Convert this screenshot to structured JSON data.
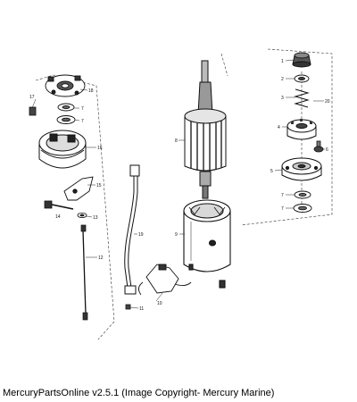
{
  "parts": [
    {
      "num": "1",
      "name": "part-1-nut"
    },
    {
      "num": "2",
      "name": "part-2-washer"
    },
    {
      "num": "3",
      "name": "part-3-spring"
    },
    {
      "num": "4",
      "name": "part-4-drive-gear"
    },
    {
      "num": "5",
      "name": "part-5-drive-head"
    },
    {
      "num": "6",
      "name": "part-6-screw-right"
    },
    {
      "num": "7",
      "name": "part-7-washer"
    },
    {
      "num": "8",
      "name": "part-8-armature"
    },
    {
      "num": "9",
      "name": "part-9-starter-frame"
    },
    {
      "num": "10",
      "name": "part-10-brush-holder"
    },
    {
      "num": "11",
      "name": "part-11-brush-clip"
    },
    {
      "num": "12",
      "name": "part-12-through-bolt"
    },
    {
      "num": "13",
      "name": "part-13-washer"
    },
    {
      "num": "14",
      "name": "part-14-bolt"
    },
    {
      "num": "15",
      "name": "part-15-bracket"
    },
    {
      "num": "16",
      "name": "part-16-end-cap"
    },
    {
      "num": "17",
      "name": "part-17-screw"
    },
    {
      "num": "18",
      "name": "part-18-commutator-end-plate"
    },
    {
      "num": "19",
      "name": "part-19-cable"
    },
    {
      "num": "20",
      "name": "part-20-drive-assembly"
    }
  ],
  "caption": "MercuryPartsOnline v2.5.1 (Image Copyright- Mercury Marine)"
}
